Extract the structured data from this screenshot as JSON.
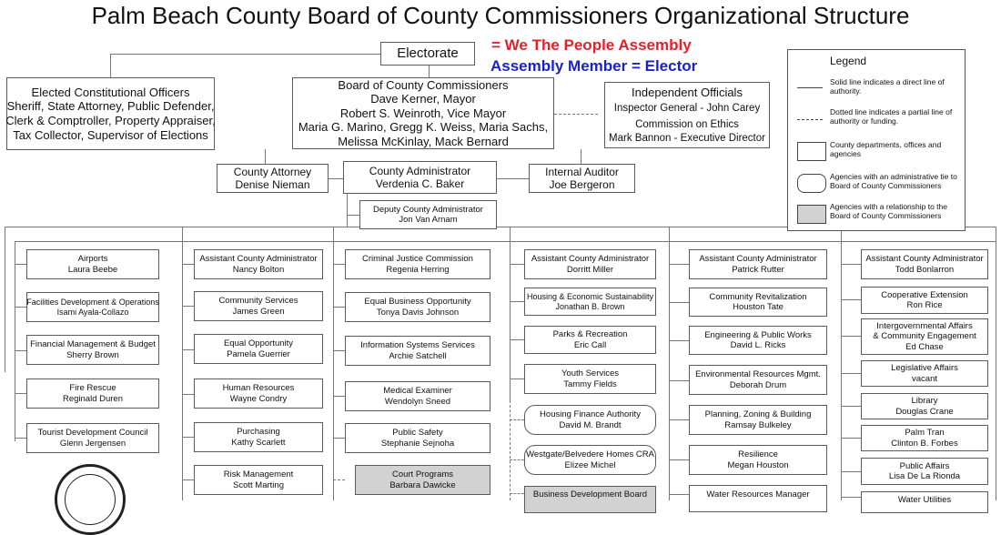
{
  "title": "Palm Beach County Board of County Commissioners Organizational Structure",
  "slogan1": "= We The People Assembly",
  "slogan2": "Assembly Member = Elector",
  "colors": {
    "slogan1": "#e0222b",
    "slogan2": "#1a22c8",
    "gray_fill": "#d2d2d2"
  },
  "electorate": "Electorate",
  "elected_officers": [
    "Elected Constitutional Officers",
    "Sheriff, State Attorney, Public Defender,",
    "Clerk & Comptroller, Property Appraiser,",
    "Tax Collector, Supervisor of Elections"
  ],
  "board": [
    "Board of County Commissioners",
    "Dave Kerner, Mayor",
    "Robert S. Weinroth, Vice Mayor",
    "Maria G. Marino, Gregg K. Weiss, Maria Sachs,",
    "Melissa McKinlay, Mack Bernard"
  ],
  "independent": [
    "Independent Officials",
    "Inspector General - John Carey",
    "Commission on Ethics",
    "Mark Bannon - Executive Director"
  ],
  "county_attorney": [
    "County Attorney",
    "Denise Nieman"
  ],
  "county_admin": [
    "County Administrator",
    "Verdenia C. Baker"
  ],
  "internal_auditor": [
    "Internal Auditor",
    "Joe Bergeron"
  ],
  "deputy_admin": [
    "Deputy County Administrator",
    "Jon Van Arnam"
  ],
  "legend": {
    "title": "Legend",
    "solid": "Solid line indicates a direct line of authority.",
    "dotted": "Dotted line indicates a partial line of authority or funding.",
    "box": "County departments, offices and agencies",
    "rounded": "Agencies with an administrative tie to Board of County Commissioners",
    "gray": "Agencies with a relationship to the Board of County Commissioners"
  },
  "col1": [
    [
      "Airports",
      "Laura Beebe"
    ],
    [
      "Facilities Development & Operations",
      "Isami Ayala-Collazo"
    ],
    [
      "Financial Management & Budget",
      "Sherry Brown"
    ],
    [
      "Fire Rescue",
      "Reginald Duren"
    ],
    [
      "Tourist Development Council",
      "Glenn Jergensen"
    ]
  ],
  "col2_head": [
    "Assistant County Administrator",
    "Nancy Bolton"
  ],
  "col2": [
    [
      "Community Services",
      "James Green"
    ],
    [
      "Equal Opportunity",
      "Pamela Guerrier"
    ],
    [
      "Human Resources",
      "Wayne Condry"
    ],
    [
      "Purchasing",
      "Kathy Scarlett"
    ],
    [
      "Risk Management",
      "Scott Marting"
    ]
  ],
  "col3_head": [
    "Criminal Justice Commission",
    "Regenia Herring"
  ],
  "col3": [
    [
      "Equal Business Opportunity",
      "Tonya Davis Johnson"
    ],
    [
      "Information Systems Services",
      "Archie Satchell"
    ],
    [
      "Medical Examiner",
      "Wendolyn Sneed"
    ],
    [
      "Public Safety",
      "Stephanie Sejnoha"
    ],
    [
      "Court Programs",
      "Barbara Dawicke"
    ]
  ],
  "col4_head": [
    "Assistant County Administrator",
    "Dorritt Miller"
  ],
  "col4": [
    [
      "Housing & Economic Sustainability",
      "Jonathan B. Brown"
    ],
    [
      "Parks & Recreation",
      "Eric Call"
    ],
    [
      "Youth Services",
      "Tammy Fields"
    ],
    [
      "Housing Finance Authority",
      "David M. Brandt"
    ],
    [
      "Westgate/Belvedere Homes CRA",
      "Elizee Michel"
    ],
    [
      "Business Development Board"
    ]
  ],
  "col5_head": [
    "Assistant County Administrator",
    "Patrick Rutter"
  ],
  "col5": [
    [
      "Community Revitalization",
      "Houston Tate"
    ],
    [
      "Engineering & Public Works",
      "David L. Ricks"
    ],
    [
      "Environmental Resources Mgmt.",
      "Deborah Drum"
    ],
    [
      "Planning, Zoning & Building",
      "Ramsay Bulkeley"
    ],
    [
      "Resilience",
      "Megan Houston"
    ],
    [
      "Water Resources Manager"
    ]
  ],
  "col6_head": [
    "Assistant County Administrator",
    "Todd Bonlarron"
  ],
  "col6": [
    [
      "Cooperative Extension",
      "Ron Rice"
    ],
    [
      "Intergovernmental Affairs",
      "& Community Engagement",
      "Ed Chase"
    ],
    [
      "Legislative Affairs",
      "vacant"
    ],
    [
      "Library",
      "Douglas Crane"
    ],
    [
      "Palm Tran",
      "Clinton B. Forbes"
    ],
    [
      "Public Affairs",
      "Lisa De La Rionda"
    ],
    [
      "Water Utilities"
    ]
  ]
}
